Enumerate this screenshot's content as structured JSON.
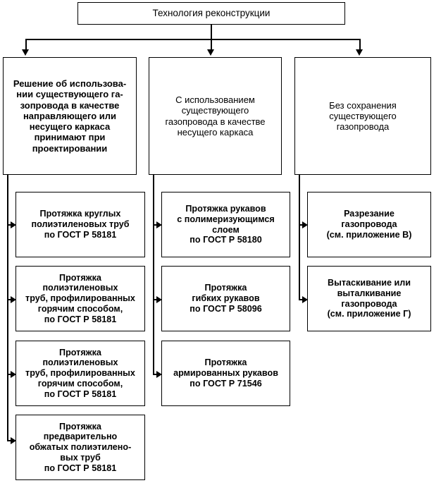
{
  "diagram": {
    "title_box": {
      "label": "Технология реконструкции"
    },
    "level2": [
      {
        "id": "decision",
        "label": "Решение об использова-\nнии существующего га-\nзопровода в качестве\nнаправляющего или\nнесущего каркаса\nпринимают при\nпроектировании"
      },
      {
        "id": "with-existing-pipe",
        "label": "С использованием\nсуществующего\nгазопровода в качестве\nнесущего каркаса"
      },
      {
        "id": "without-existing-pipe",
        "label": "Без сохранения\nсуществующего\nгазопровода"
      }
    ],
    "column1": [
      {
        "id": "round-pe-pipes",
        "label": "Протяжка круглых\nполиэтиленовых труб\nпо ГОСТ Р 58181"
      },
      {
        "id": "hot-profiled-pipes-1",
        "label": "Протяжка\nполиэтиленовых\nтруб, профилированных\nгорячим способом,\nпо ГОСТ Р 58181"
      },
      {
        "id": "hot-profiled-pipes-2",
        "label": "Протяжка\nполиэтиленовых\nтруб, профилированных\nгорячим способом,\nпо ГОСТ Р 58181"
      },
      {
        "id": "pre-compressed-pipes",
        "label": "Протяжка\nпредварительно\nобжатых полиэтилено-\nвых труб\nпо ГОСТ Р 58181"
      }
    ],
    "column2": [
      {
        "id": "polymerizing-hoses",
        "label": "Протяжка рукавов\nс полимеризующимся\nслоем\nпо ГОСТ Р 58180"
      },
      {
        "id": "flexible-hoses",
        "label": "Протяжка\nгибких рукавов\nпо ГОСТ Р 58096"
      },
      {
        "id": "reinforced-hoses",
        "label": "Протяжка\nармированных рукавов\nпо ГОСТ Р 71546"
      }
    ],
    "column3": [
      {
        "id": "pipe-cutting",
        "label": "Разрезание\nгазопровода\n(см. приложение В)"
      },
      {
        "id": "pipe-pulling-pushing",
        "label": "Вытаскивание или\nвыталкивание\nгазопровода\n(см. приложение Г)"
      }
    ],
    "colors": {
      "stroke": "#000000",
      "fill": "#ffffff",
      "text": "#000000"
    }
  }
}
